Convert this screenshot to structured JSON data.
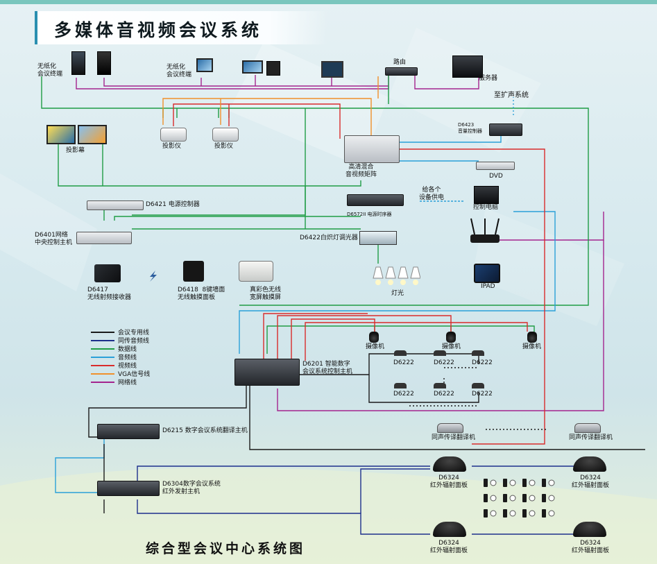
{
  "title": "多媒体音视频会议系统",
  "footer_title": "综合型会议中心系统图",
  "labels": {
    "paperless_terminal_1": "无纸化\n会议终端",
    "paperless_terminal_2": "无纸化\n会议终端",
    "router": "路由",
    "server": "服务器",
    "to_pa": "至扩声系统",
    "d6423_volume": "D6423\n音量控制器",
    "screen": "投影幕",
    "projector_1": "投影仪",
    "projector_2": "投影仪",
    "hd_matrix": "高清混合\n音视频矩阵",
    "dvd": "DVD",
    "d6421": "D6421 电源控制器",
    "d6572": "D6572II 电源时序器",
    "power_supply": "给各个\n设备供电",
    "control_pc": "控制电脑",
    "d6401": "D6401网络\n中央控制主机",
    "d6422": "D6422白炽灯调光器",
    "ipad": "IPAD",
    "d6417": "D6417\n无线射频接收器",
    "d6418": "D6418  8键墙面\n无线触摸面板",
    "touch_screen": "真彩色无线\n宽屏触摸屏",
    "lights": "灯光",
    "camera_1": "摄像机",
    "camera_2": "摄像机",
    "camera_3": "摄像机",
    "d6201": "D6201 智能数字\n会议系统控制主机",
    "d6222": "D6222",
    "d6215": "D6215 数字会议系统翻译主机",
    "interpreter": "同声传译翻译机",
    "d6304": "D6304数字会议系统\n红外发射主机",
    "d6324": "D6324\n红外辐射面板"
  },
  "legend": [
    {
      "label": "会议专用线",
      "color": "#1a1a1a"
    },
    {
      "label": "同传音频线",
      "color": "#1d2f8c"
    },
    {
      "label": "数据线",
      "color": "#1f9c45"
    },
    {
      "label": "音频线",
      "color": "#2aa0d8"
    },
    {
      "label": "视频线",
      "color": "#d92b2b"
    },
    {
      "label": "VGA信号线",
      "color": "#f0902a"
    },
    {
      "label": "网络线",
      "color": "#a4248e"
    }
  ]
}
